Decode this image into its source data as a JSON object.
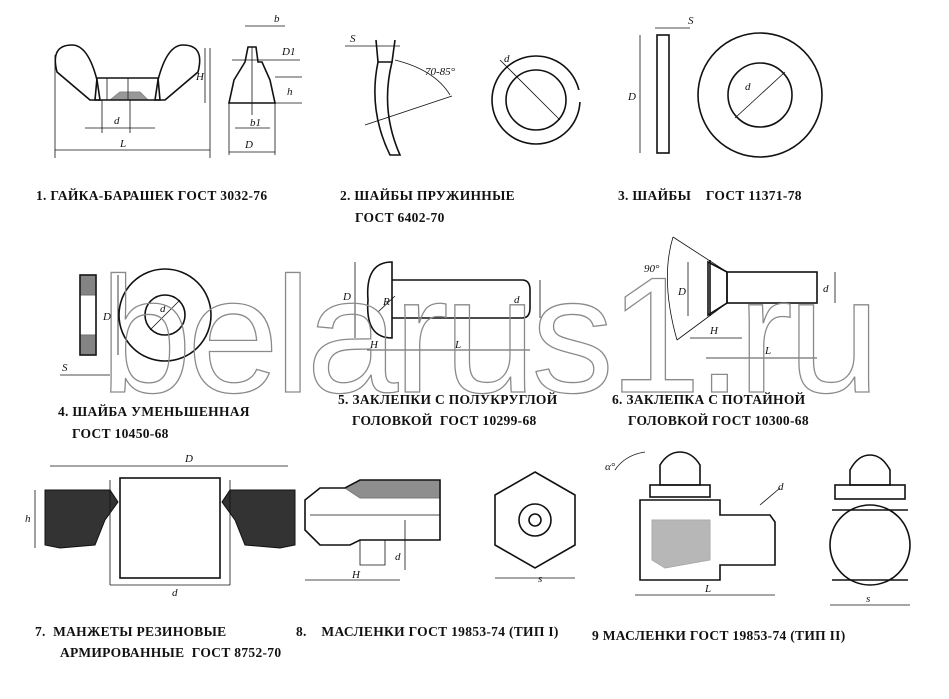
{
  "watermark": "belarus1.ru",
  "items": [
    {
      "caption": [
        "1. ГАЙКА-БАРАШЕК ГОСТ 3032-76"
      ],
      "dims": [
        "b",
        "D1",
        "H",
        "h",
        "d",
        "L",
        "D",
        "b1"
      ]
    },
    {
      "caption": [
        "2. ШАЙБЫ ПРУЖИННЫЕ",
        "ГОСТ 6402-70"
      ],
      "dims": [
        "S",
        "70-85°",
        "d"
      ]
    },
    {
      "caption": [
        "3. ШАЙБЫ    ГОСТ 11371-78"
      ],
      "dims": [
        "S",
        "D",
        "d"
      ]
    },
    {
      "caption": [
        "4. ШАЙБА УМЕНЬШЕННАЯ",
        "ГОСТ 10450-68"
      ],
      "dims": [
        "D",
        "d",
        "S"
      ]
    },
    {
      "caption": [
        "5. ЗАКЛЕПКИ С ПОЛУКРУГЛОЙ",
        "ГОЛОВКОЙ  ГОСТ 10299-68"
      ],
      "dims": [
        "D",
        "R",
        "d",
        "H",
        "L"
      ]
    },
    {
      "caption": [
        "6. ЗАКЛЕПКА С ПОТАЙНОЙ",
        "ГОЛОВКОЙ ГОСТ 10300-68"
      ],
      "dims": [
        "90°",
        "D",
        "d",
        "H",
        "L"
      ]
    },
    {
      "caption": [
        "7.  МАНЖЕТЫ РЕЗИНОВЫЕ",
        "АРМИРОВАННЫЕ  ГОСТ 8752-70"
      ],
      "dims": [
        "D",
        "h",
        "d"
      ]
    },
    {
      "caption": [
        "8.    МАСЛЕНКИ ГОСТ 19853-74 (ТИП I)"
      ],
      "dims": [
        "H",
        "d",
        "s"
      ]
    },
    {
      "caption": [
        "9 МАСЛЕНКИ ГОСТ 19853-74 (ТИП II)"
      ],
      "dims": [
        "α°",
        "d",
        "L",
        "s"
      ]
    }
  ]
}
